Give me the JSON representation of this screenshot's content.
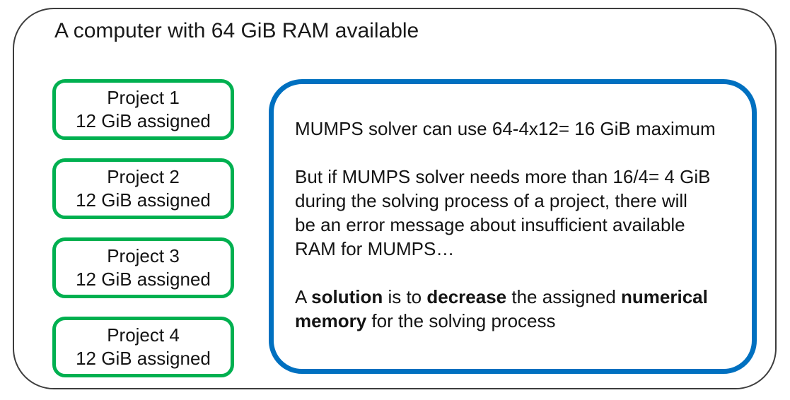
{
  "diagram": {
    "title": "A computer with 64 GiB RAM available",
    "projects": [
      {
        "name": "Project 1",
        "memory": "12 GiB assigned"
      },
      {
        "name": "Project 2",
        "memory": "12 GiB assigned"
      },
      {
        "name": "Project 3",
        "memory": "12 GiB assigned"
      },
      {
        "name": "Project 4",
        "memory": "12 GiB assigned"
      }
    ],
    "note": {
      "paragraphs": [
        {
          "lines": [
            [
              {
                "t": "MUMPS solver can use 64-4x12= 16 GiB maximum",
                "b": false
              }
            ]
          ]
        },
        {
          "lines": [
            [
              {
                "t": "But if MUMPS solver needs more than 16/4= 4 GiB",
                "b": false
              }
            ],
            [
              {
                "t": "during the solving process of a project, there will",
                "b": false
              }
            ],
            [
              {
                "t": "be an error message about insufficient available",
                "b": false
              }
            ],
            [
              {
                "t": "RAM for MUMPS…",
                "b": false
              }
            ]
          ]
        },
        {
          "lines": [
            [
              {
                "t": "A ",
                "b": false
              },
              {
                "t": "solution",
                "b": true
              },
              {
                "t": " is to ",
                "b": false
              },
              {
                "t": "decrease",
                "b": true
              },
              {
                "t": " the assigned ",
                "b": false
              },
              {
                "t": "numerical",
                "b": true
              }
            ],
            [
              {
                "t": "memory",
                "b": true
              },
              {
                "t": " for the solving process",
                "b": false
              }
            ]
          ]
        }
      ]
    },
    "colors": {
      "project_border": "#00B050",
      "note_border": "#0070C0",
      "outer_border": "#3d3d3d",
      "text": "#141414"
    }
  }
}
